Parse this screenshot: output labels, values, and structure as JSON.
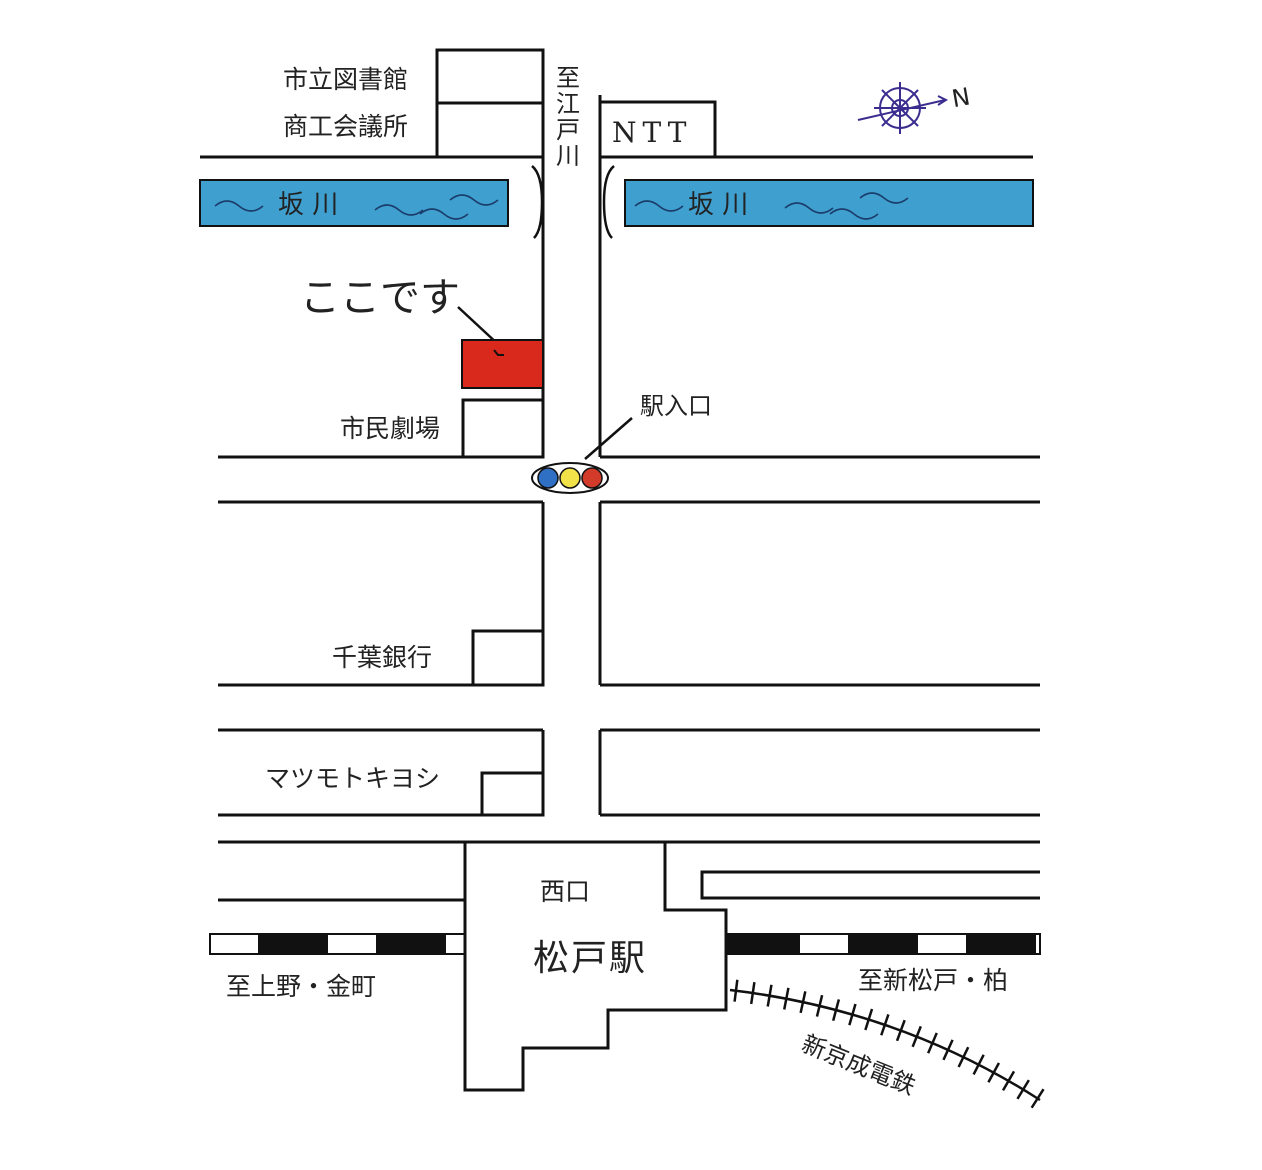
{
  "landmarks": {
    "library": "市立図書館",
    "chamber": "商工会議所",
    "ntt": "NTT",
    "theater": "市民劇場",
    "bank": "千葉銀行",
    "drugstore": "マツモトキヨシ"
  },
  "river": {
    "left_label": "坂 川",
    "right_label": "坂 川"
  },
  "direction": {
    "north_road": [
      "至",
      "江",
      "戸",
      "川"
    ],
    "ueno": "至上野・金町",
    "shin_matsudo": "至新松戸・柏"
  },
  "here_label": "ここです",
  "station_entrance": "駅入口",
  "station": {
    "west_exit": "西口",
    "name": "松戸駅"
  },
  "railway": {
    "keisei": "新京成電鉄"
  },
  "compass": {
    "north_letter": "N"
  },
  "colors": {
    "river": "#3f9fcf",
    "target": "#d9291c",
    "signal_blue": "#2f6fc4",
    "signal_yellow": "#f2e24a",
    "signal_red": "#d23a2a",
    "compass": "#3a2d8f"
  }
}
